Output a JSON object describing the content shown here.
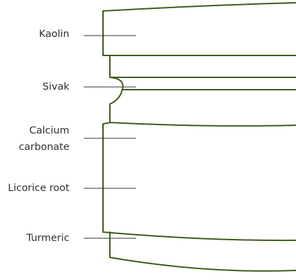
{
  "diagram": {
    "title": "",
    "colors": {
      "outline": "#3c5a14",
      "leader": "#2f2f2f",
      "text": "#2f2f2f",
      "background": "#ffffff"
    },
    "layers": [
      {
        "id": "kaolin",
        "label": "Kaolin"
      },
      {
        "id": "sivak",
        "label": "Sivak"
      },
      {
        "id": "calcium-carbonate",
        "label_line1": "Calcium",
        "label_line2": "carbonate"
      },
      {
        "id": "licorice-root",
        "label": "Licorice root"
      },
      {
        "id": "turmeric",
        "label": "Turmeric"
      }
    ]
  }
}
